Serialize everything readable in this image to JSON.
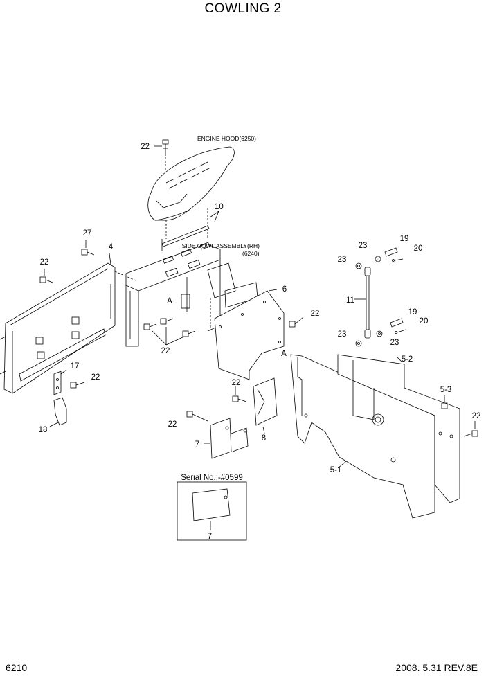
{
  "header": {
    "title": "COWLING 2"
  },
  "footer": {
    "page": "6210",
    "revision": "2008. 5.31  REV.8E"
  },
  "notes": {
    "engine_hood": "ENGINE HOOD(6250)",
    "side_cowl": "SIDE COWL ASSEMBLY(RH)",
    "side_cowl_ref": "(6240)",
    "serial": "Serial No.:-#0599"
  },
  "callouts": {
    "c4": "4",
    "c5_1": "5-1",
    "c5_2": "5-2",
    "c5_3": "5-3",
    "c6": "6",
    "c7": "7",
    "c7_inset": "7",
    "c8": "8",
    "c10": "10",
    "c11": "11",
    "c17": "17",
    "c18": "18",
    "c19_top": "19",
    "c19_bot": "19",
    "c20_top": "20",
    "c20_bot": "20",
    "c22_hood": "22",
    "c22_left": "22",
    "c22_center": "22",
    "c22_right6": "22",
    "c22_bracket": "22",
    "c22_mid": "22",
    "c22_plate7": "22",
    "c22_farright": "22",
    "c23_a": "23",
    "c23_b": "23",
    "c23_c": "23",
    "c23_d": "23",
    "c27": "27",
    "ref_a1": "A",
    "ref_a2": "A"
  }
}
